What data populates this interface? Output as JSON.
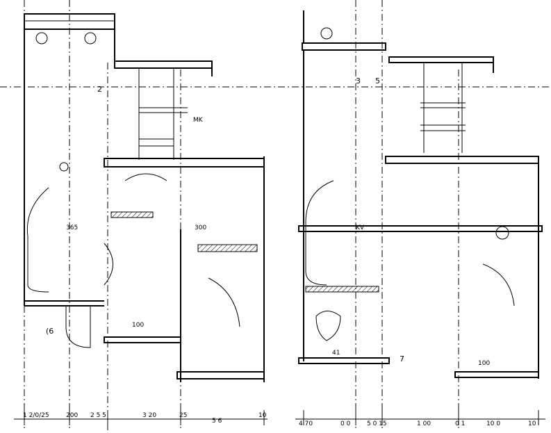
{
  "left_plan": {
    "labels": {
      "grid_2": "2",
      "mark_mk": "MK",
      "room_6": "(6",
      "num_100": "100",
      "dim_365": "365",
      "dim_300": "300"
    },
    "dims_bottom": [
      "1 2/0/25",
      "200",
      "2 5 5",
      "3 20",
      "25",
      "5 6",
      "10"
    ]
  },
  "right_plan": {
    "labels": {
      "grid_3": "3",
      "grid_5": "5",
      "room_7": "7",
      "mark_kv": "KV",
      "dim_41": "41",
      "num_100": "100"
    },
    "dims_bottom": [
      "4 70",
      "0 0",
      "5 0 15",
      "1 00",
      "0 1",
      "10 0",
      "10"
    ]
  }
}
